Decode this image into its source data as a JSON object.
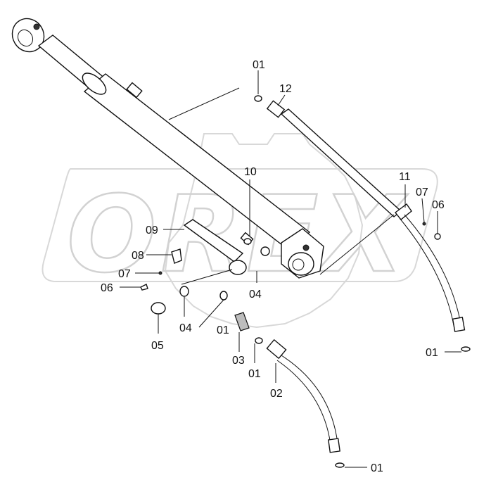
{
  "watermark": "OREX",
  "callouts": [
    {
      "id": "c01a",
      "text": "01"
    },
    {
      "id": "c12",
      "text": "12"
    },
    {
      "id": "c10",
      "text": "10"
    },
    {
      "id": "c11",
      "text": "11"
    },
    {
      "id": "c07a",
      "text": "07"
    },
    {
      "id": "c06a",
      "text": "06"
    },
    {
      "id": "c09",
      "text": "09"
    },
    {
      "id": "c08",
      "text": "08"
    },
    {
      "id": "c07b",
      "text": "07"
    },
    {
      "id": "c06b",
      "text": "06"
    },
    {
      "id": "c04a",
      "text": "04"
    },
    {
      "id": "c04b",
      "text": "04"
    },
    {
      "id": "c01b",
      "text": "01"
    },
    {
      "id": "c05",
      "text": "05"
    },
    {
      "id": "c03",
      "text": "03"
    },
    {
      "id": "c01c",
      "text": "01"
    },
    {
      "id": "c02",
      "text": "02"
    },
    {
      "id": "c01d",
      "text": "01"
    },
    {
      "id": "c01e",
      "text": "01"
    }
  ]
}
